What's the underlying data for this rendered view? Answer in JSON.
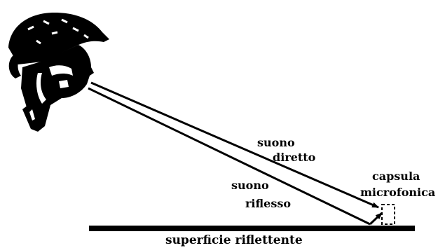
{
  "diagram": {
    "labels": {
      "direct_line1": "suono",
      "direct_line2": "diretto",
      "reflected_line1": "suono",
      "reflected_line2": "riflesso",
      "mic_line1": "capsula",
      "mic_line2": "microfonica",
      "surface": "superficie riflettente"
    },
    "icons": {
      "speaker": "person-head-icon",
      "microphone": "microphone-capsule-icon"
    },
    "colors": {
      "ink": "#000000",
      "background": "#ffffff"
    }
  }
}
